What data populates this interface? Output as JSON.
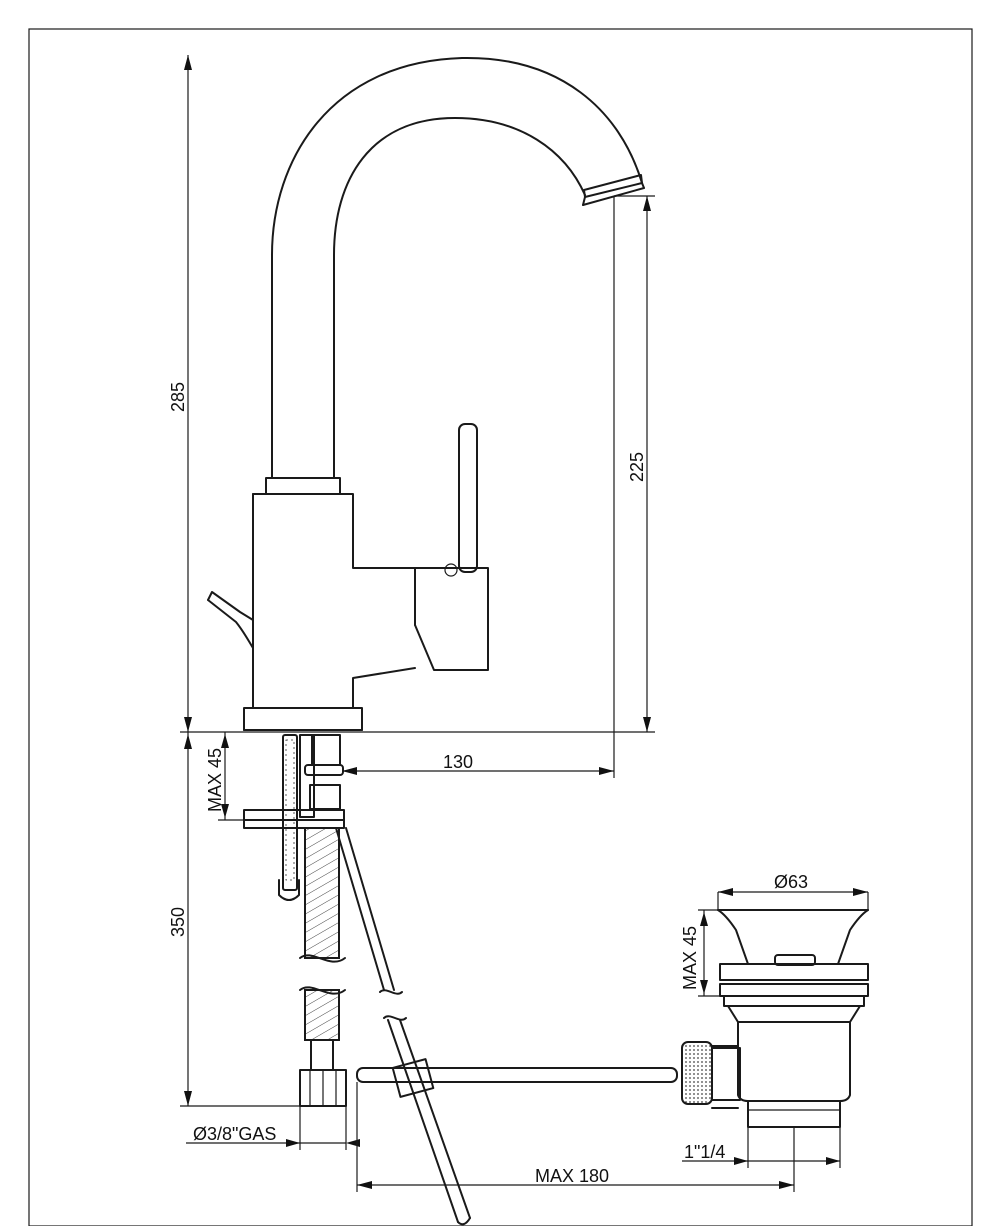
{
  "dimensions": {
    "total_height": "285",
    "spout_height": "225",
    "spout_reach": "130",
    "deck_max_thickness": "MAX 45",
    "hose_length": "350",
    "supply_connection": "Ø3/8\"GAS",
    "waste_diameter": "Ø63",
    "waste_max_thickness": "MAX 45",
    "waste_thread": "1\"1/4",
    "rod_max_length": "MAX 180"
  }
}
